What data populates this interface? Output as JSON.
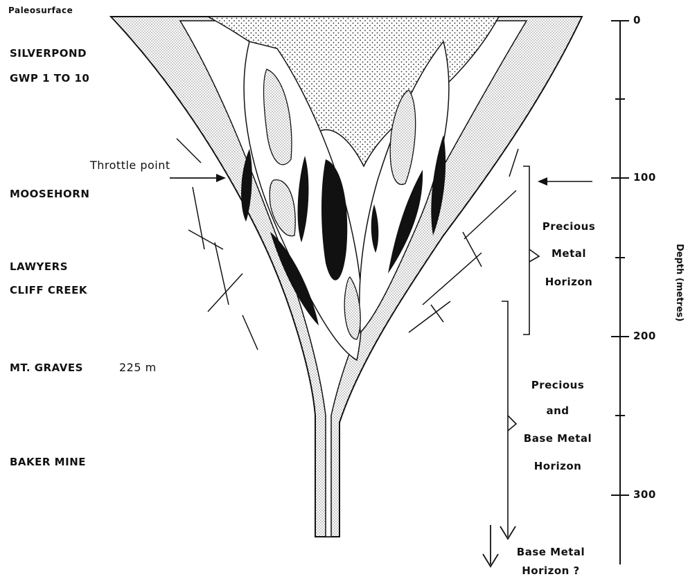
{
  "paleosurface": "Paleosurface",
  "deposits": {
    "silverpond": "SILVERPOND",
    "gwp": "GWP 1 TO 10",
    "moosehorn": "MOOSEHORN",
    "lawyers": "LAWYERS",
    "cliff_creek": "CLIFF CREEK",
    "mt_graves": "MT. GRAVES",
    "mt_graves_depth": "225 m",
    "baker": "BAKER MINE"
  },
  "throttle_point": "Throttle point",
  "horizons": {
    "precious": [
      "Precious",
      "Metal",
      "Horizon"
    ],
    "precious_base": [
      "Precious",
      "and",
      "Base Metal",
      "Horizon"
    ],
    "base": [
      "Base Metal",
      "Horizon ?"
    ]
  },
  "depth_axis": {
    "label": "Depth (metres)",
    "ticks": [
      "0",
      "100",
      "200",
      "300"
    ]
  }
}
